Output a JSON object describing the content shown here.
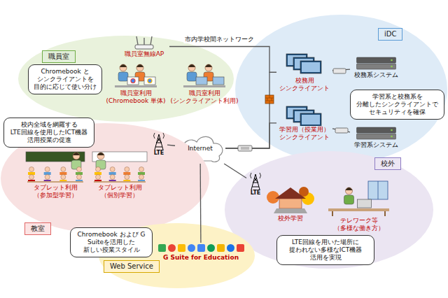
{
  "diagram": {
    "nodes": [
      {
        "text": [
          "職員室"
        ]
      },
      {
        "text": [
          "職員室無線AP"
        ],
        "in": 0
      },
      {
        "text": [
          "Chromebook と シンクライアントを 目的に応じて使い分け"
        ],
        "in": 0
      },
      {
        "text": [
          "職員室利用 (Chromebook 単体)"
        ],
        "in": 0
      },
      {
        "text": [
          "職員室利用 (シンクライアント利用)"
        ],
        "in": 0
      },
      {
        "text": [
          "iDC"
        ]
      },
      {
        "text": [
          "校務用 シンクライアント"
        ],
        "in": 5
      },
      {
        "text": [
          "校務系システム"
        ],
        "in": 5
      },
      {
        "text": [
          "学習用（授業用） シンクライアント"
        ],
        "in": 5
      },
      {
        "text": [
          "学習系システム"
        ],
        "in": 5
      },
      {
        "text": [
          "学習系と校務系を 分離したシンクライアントで セキュリティを確保"
        ],
        "in": 5
      },
      {
        "text": [
          "Internet"
        ]
      },
      {
        "text": [
          "教室"
        ]
      },
      {
        "text": [
          "校内全域を網羅する LTE回線を使用したICT機器 活用授業の促進"
        ],
        "in": 12
      },
      {
        "text": [
          "LTE"
        ],
        "in": 12
      },
      {
        "text": [
          "タブレット利用 （参加型学習）"
        ],
        "in": 12
      },
      {
        "text": [
          "タブレット利用 （個別学習）"
        ],
        "in": 12
      },
      {
        "text": [
          "校外"
        ]
      },
      {
        "text": [
          "LTE"
        ],
        "in": 17
      },
      {
        "text": [
          "校外学習"
        ],
        "in": 17
      },
      {
        "text": [
          "テレワーク等 （多様な働き方）"
        ],
        "in": 17
      },
      {
        "text": [
          "LTE回線を用いた場所に 捉われない多様なICT機器 活用を実現"
        ],
        "in": 17
      },
      {
        "text": [
          "Web Service"
        ]
      },
      {
        "text": [
          "G Suite for Education"
        ],
        "in": 22
      },
      {
        "text": [
          "Chromebook および G Suiteを活用した 新しい授業スタイル"
        ],
        "in": 22
      }
    ],
    "edges": [
      {
        "from": 1,
        "to": 6,
        "arrow": "none",
        "label": "市内学校間ネットワーク"
      },
      {
        "from": 11,
        "to": 6,
        "arrow": "none"
      },
      {
        "from": 11,
        "to": 8,
        "arrow": "none"
      },
      {
        "from": 6,
        "to": 7,
        "arrow": "none"
      },
      {
        "from": 8,
        "to": 9,
        "arrow": "none"
      },
      {
        "from": 11,
        "to": 14,
        "arrow": "none"
      },
      {
        "from": 11,
        "to": 18,
        "arrow": "none"
      },
      {
        "from": 11,
        "to": 23,
        "arrow": "none"
      }
    ]
  }
}
